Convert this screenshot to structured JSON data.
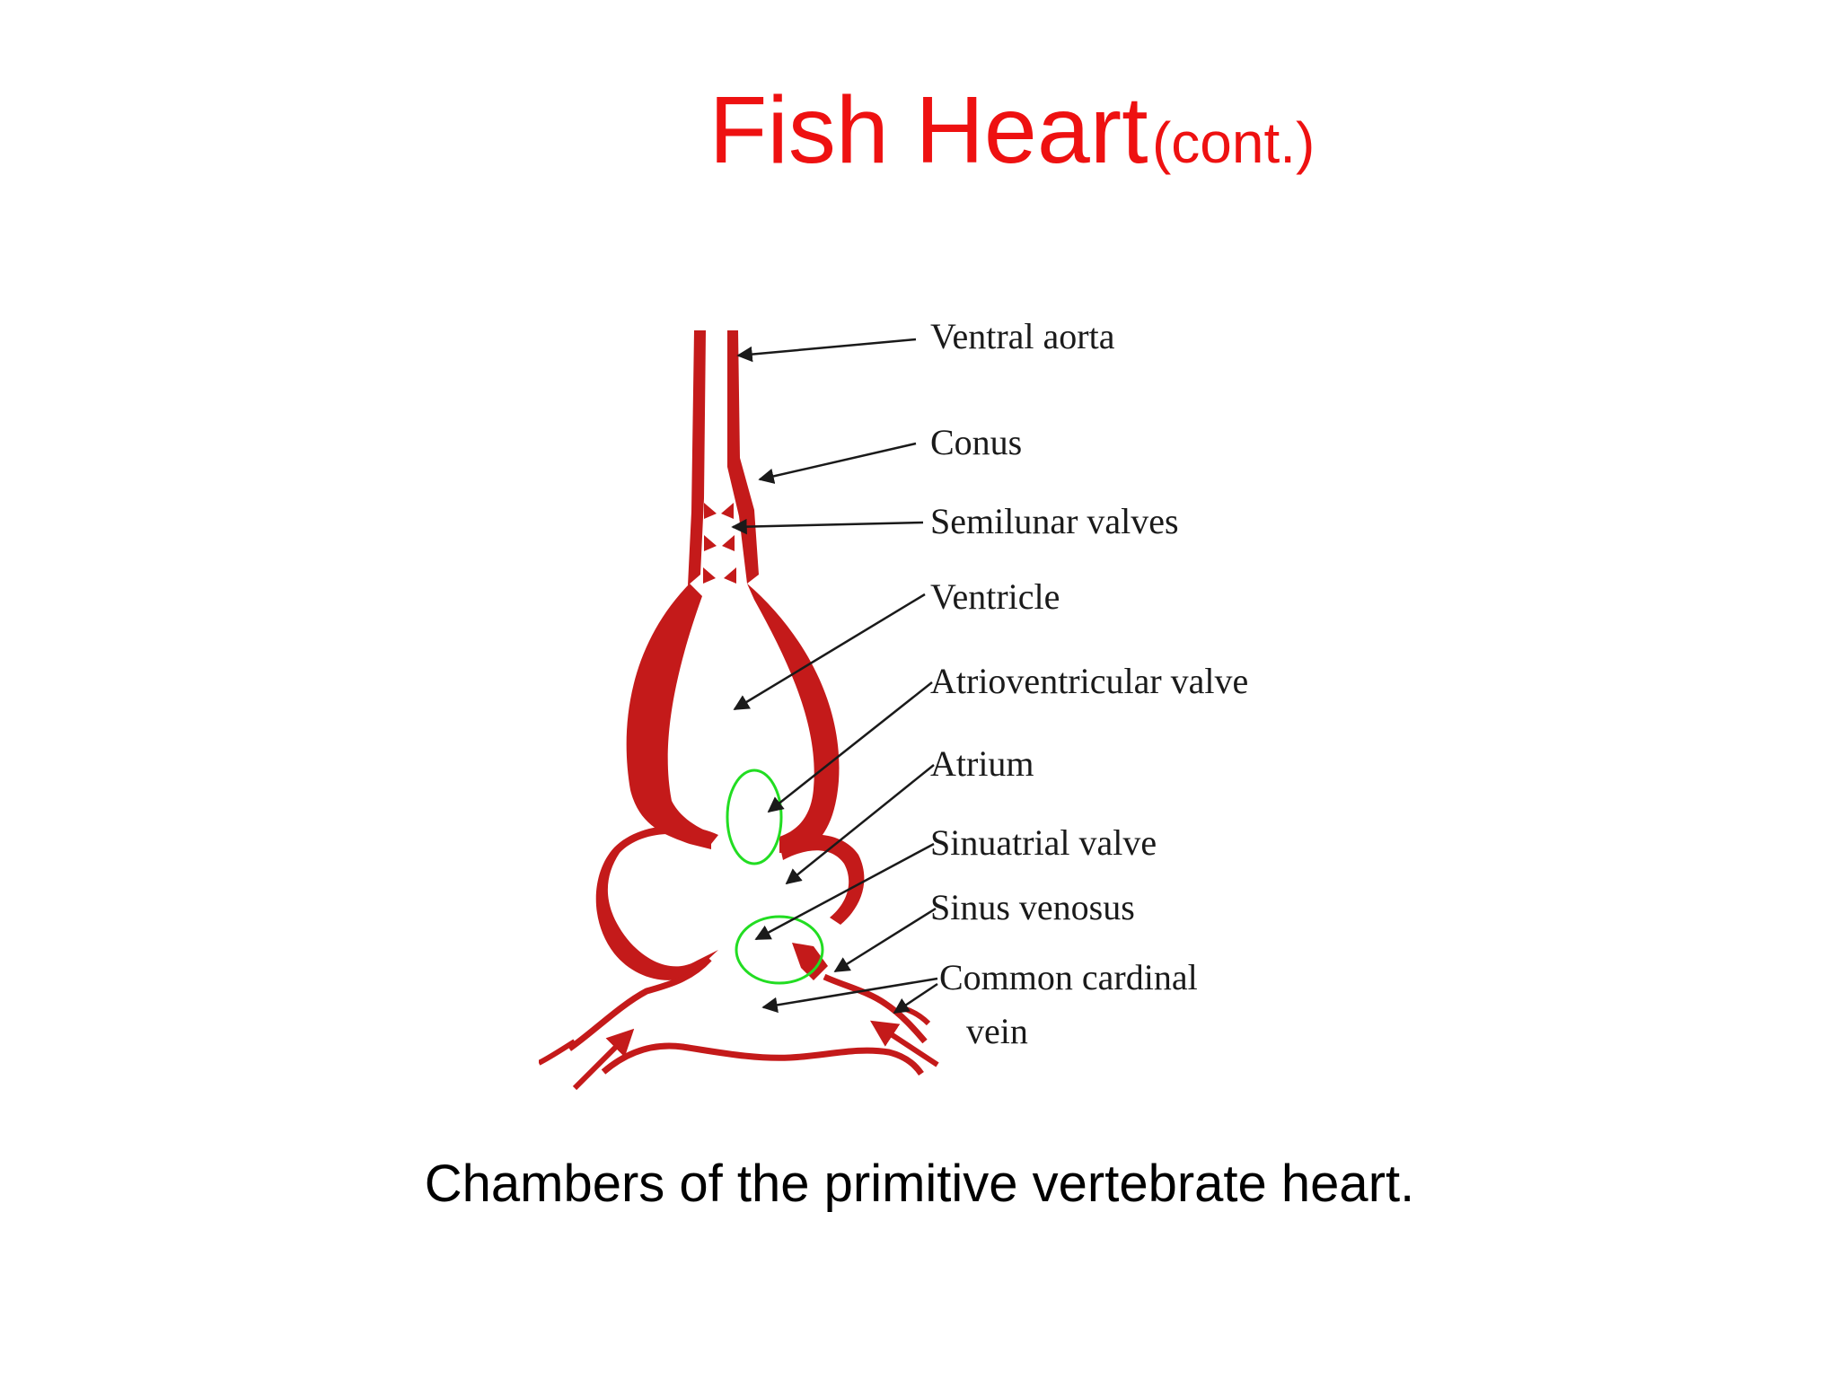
{
  "title": {
    "main": "Fish Heart",
    "suffix": "(cont.)"
  },
  "labels": {
    "ventral_aorta": "Ventral aorta",
    "conus": "Conus",
    "semilunar_valves": "Semilunar valves",
    "ventricle": "Ventricle",
    "atrioventricular_valve": "Atrioventricular valve",
    "atrium": "Atrium",
    "sinuatrial_valve": "Sinuatrial valve",
    "sinus_venosus": "Sinus venosus",
    "common_cardinal_line1": "Common cardinal",
    "common_cardinal_line2": "vein"
  },
  "caption": "Chambers of the primitive vertebrate heart.",
  "colors": {
    "title": "#ee1111",
    "tissue": "#c41a1a",
    "highlight": "#22dd22",
    "text": "#1a1a1a"
  }
}
